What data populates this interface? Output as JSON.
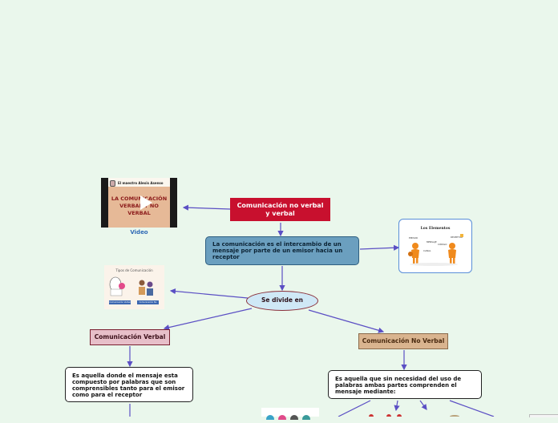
{
  "diagram": {
    "title": "Comunicación no verbal y verbal",
    "definition": "La comunicación es el intercambio de un mensaje por parte de un emisor hacia un receptor",
    "divides": "Se divide en",
    "verbal": {
      "label": "Comunicación Verbal",
      "description": "Es aquella donde el mensaje esta compuesto por palabras que son comprensibles tanto para el emisor como para el receptor"
    },
    "no_verbal": {
      "label": "Comunicación No Verbal",
      "description": "Es aquella que sin necesidad del uso de palabras ambas partes comprenden el mensaje mediante:"
    }
  },
  "video": {
    "caption": "Video",
    "channel": "El maestro Alexis Asenso",
    "thumbnail_title": "LA COMUNICACIÓN VERBAL Y NO VERBAL"
  },
  "elements_image": {
    "title": "Los Elementos",
    "labels": [
      "EMISOR",
      "RECEPTOR",
      "MENSAJE",
      "CÓDIGO",
      "CANAL"
    ]
  },
  "types_image": {
    "title": "Tipos de Comunicación",
    "buttons": [
      "Comunicación Verbal",
      "Comunicación No Verbal"
    ]
  },
  "colors": {
    "background": "#eaf7ec",
    "title_red": "#c8102e",
    "definition_blue": "#6b9fbf",
    "connector": "#5b4fc4"
  }
}
